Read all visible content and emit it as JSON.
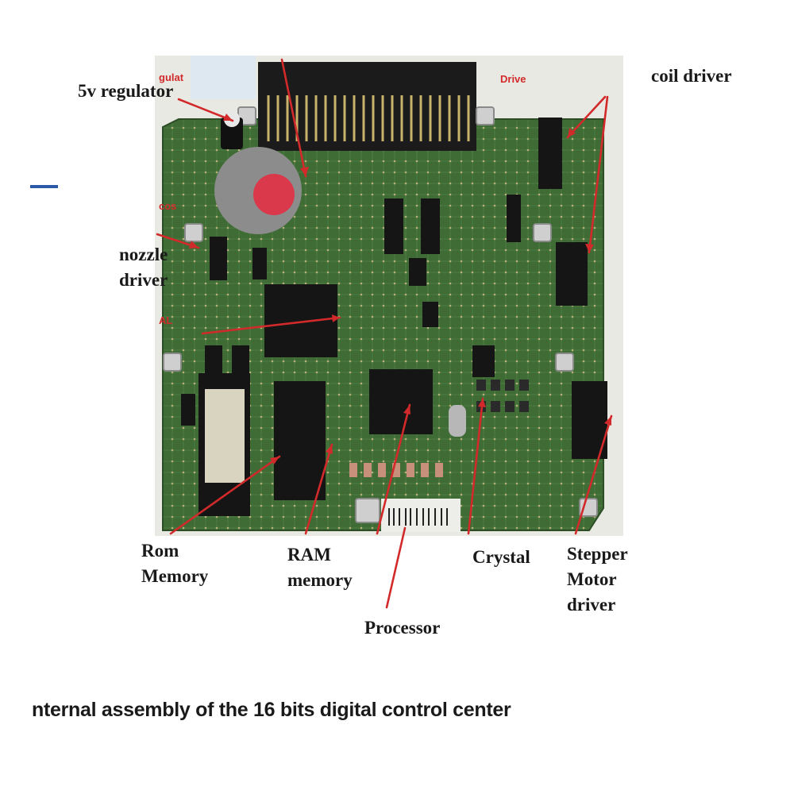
{
  "labels": {
    "regulator": "5v regulator",
    "coil_driver": "coil driver",
    "nozzle_driver": [
      "nozzle",
      "driver"
    ],
    "rom_memory": [
      "Rom",
      "Memory"
    ],
    "ram_memory": [
      "RAM",
      "memory"
    ],
    "processor": "Processor",
    "crystal": "Crystal",
    "stepper_motor_driver": [
      "Stepper",
      "Motor",
      "driver"
    ]
  },
  "cut_off_labels": {
    "top_left": "gulat",
    "top_right": "Drive",
    "left_upper": "cos",
    "left_lower": "AL"
  },
  "caption": "nternal assembly of the 16 bits digital control center",
  "colors": {
    "arrow": "#d22a2a",
    "board": "#3f6b35",
    "text": "#1a1a1a",
    "accent_dash": "#2b5aa8"
  }
}
